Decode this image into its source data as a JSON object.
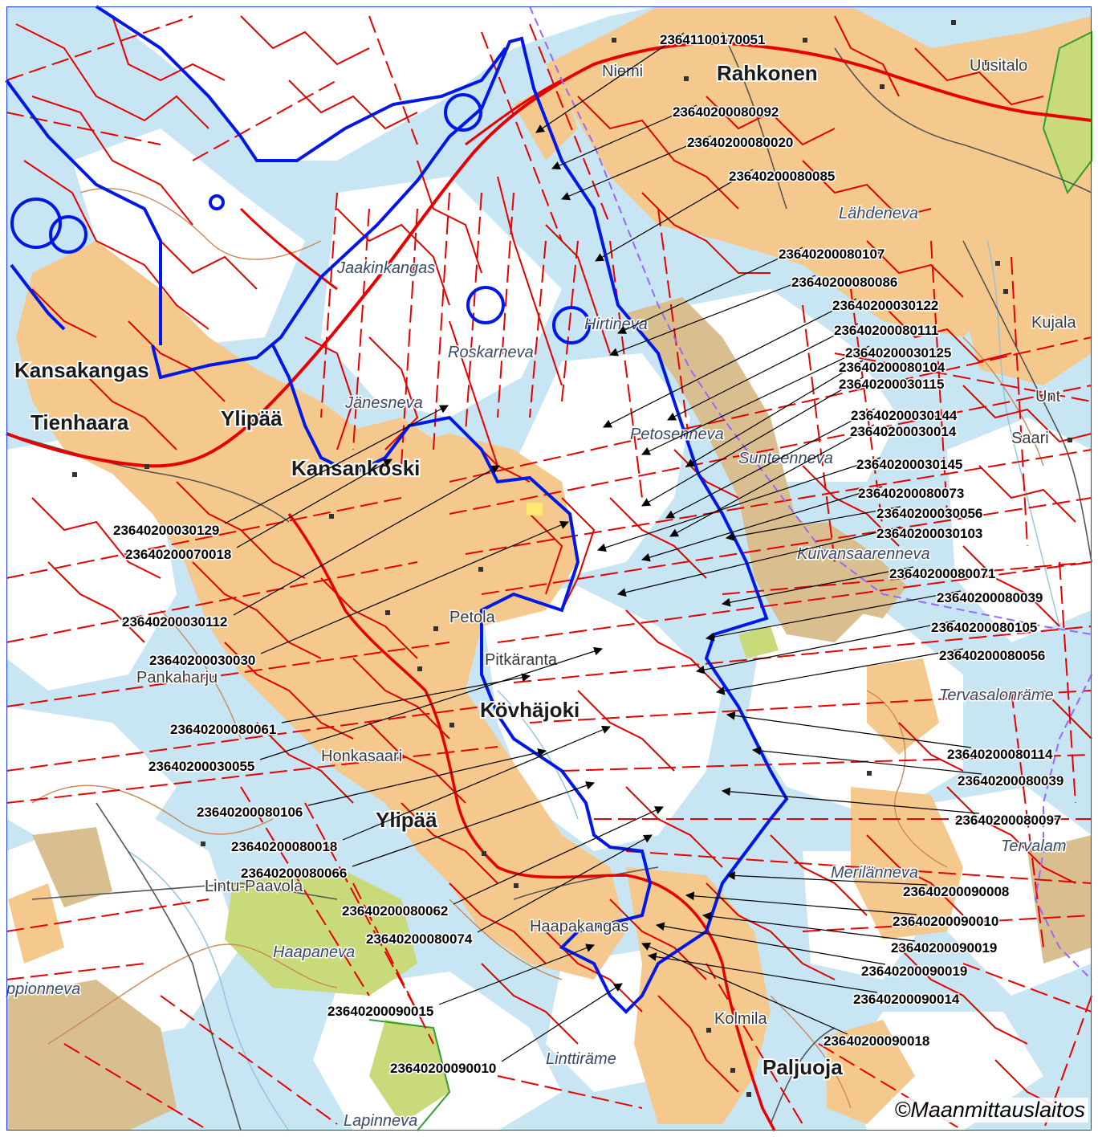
{
  "copyright": "©Maanmittauslaitos",
  "colors": {
    "bog": "#c7e5f2",
    "field": "#f5c98d",
    "forest": "#ffffff",
    "peat": "#d9bf8f",
    "wetland_green": "#c8da7a",
    "parcel_line": "#e60000",
    "area_boundary": "#0018e6",
    "contour": "#c9895b",
    "road": "#555555"
  },
  "place_labels": [
    {
      "text": "Niemi",
      "style": "regular"
    },
    {
      "text": "Rahkonen",
      "style": "bold"
    },
    {
      "text": "Uusitalo",
      "style": "regular"
    },
    {
      "text": "Lähdeneva",
      "style": "italic"
    },
    {
      "text": "Kujala",
      "style": "regular"
    },
    {
      "text": "Kansakangas",
      "style": "bold"
    },
    {
      "text": "Tienhaara",
      "style": "bold"
    },
    {
      "text": "Ylipää",
      "style": "bold"
    },
    {
      "text": "Kansankoski",
      "style": "bold"
    },
    {
      "text": "Roskarneva",
      "style": "italic"
    },
    {
      "text": "Saari",
      "style": "regular"
    },
    {
      "text": "Petola",
      "style": "regular"
    },
    {
      "text": "Pitkäranta",
      "style": "regular"
    },
    {
      "text": "Pankaharju",
      "style": "regular"
    },
    {
      "text": "Kövhäjoki",
      "style": "bold"
    },
    {
      "text": "Honkasaari",
      "style": "regular"
    },
    {
      "text": "Ylipää",
      "style": "bold"
    },
    {
      "text": "Lintu-Paavola",
      "style": "regular"
    },
    {
      "text": "Haapaneva",
      "style": "italic"
    },
    {
      "text": "Haapakangas",
      "style": "regular"
    },
    {
      "text": "Kolmila",
      "style": "regular"
    },
    {
      "text": "Paljuoja",
      "style": "bold"
    },
    {
      "text": "Linttiräme",
      "style": "italic"
    },
    {
      "text": "Lapinneva",
      "style": "italic"
    },
    {
      "text": "Kuivansaarenneva",
      "style": "italic"
    },
    {
      "text": "Tervasalonräme",
      "style": "italic"
    },
    {
      "text": "Tervalam",
      "style": "italic"
    },
    {
      "text": "Merilänneva",
      "style": "italic"
    },
    {
      "text": "ppionneva",
      "style": "italic"
    },
    {
      "text": "Sunteenneva",
      "style": "italic"
    },
    {
      "text": "Petosenneva",
      "style": "italic"
    },
    {
      "text": "Hirtineva",
      "style": "italic"
    },
    {
      "text": "Jaakinkangas",
      "style": "italic"
    },
    {
      "text": "Jänesneva",
      "style": "italic"
    },
    {
      "text": "Unt",
      "style": "regular"
    }
  ],
  "parcel_labels": [
    "23641100170051",
    "23640200080092",
    "23640200080020",
    "23640200080085",
    "23640200080107",
    "23640200080086",
    "23640200030122",
    "23640200080111",
    "23640200030125",
    "23640200080104",
    "23640200030115",
    "23640200030144",
    "23640200030014",
    "23640200030145",
    "23640200080073",
    "23640200030056",
    "23640200030103",
    "23640200080071",
    "23640200080039",
    "23640200080105",
    "23640200080056",
    "23640200080114",
    "23640200080039",
    "23640200080097",
    "23640200090008",
    "23640200090010",
    "23640200090019",
    "23640200090019",
    "23640200090014",
    "23640200090018",
    "23640200030129",
    "23640200070018",
    "23640200030112",
    "23640200030030",
    "23640200080061",
    "23640200030055",
    "23640200080106",
    "23640200080018",
    "23640200080066",
    "23640200080062",
    "23640200080074",
    "23640200090015",
    "23640200090010"
  ]
}
